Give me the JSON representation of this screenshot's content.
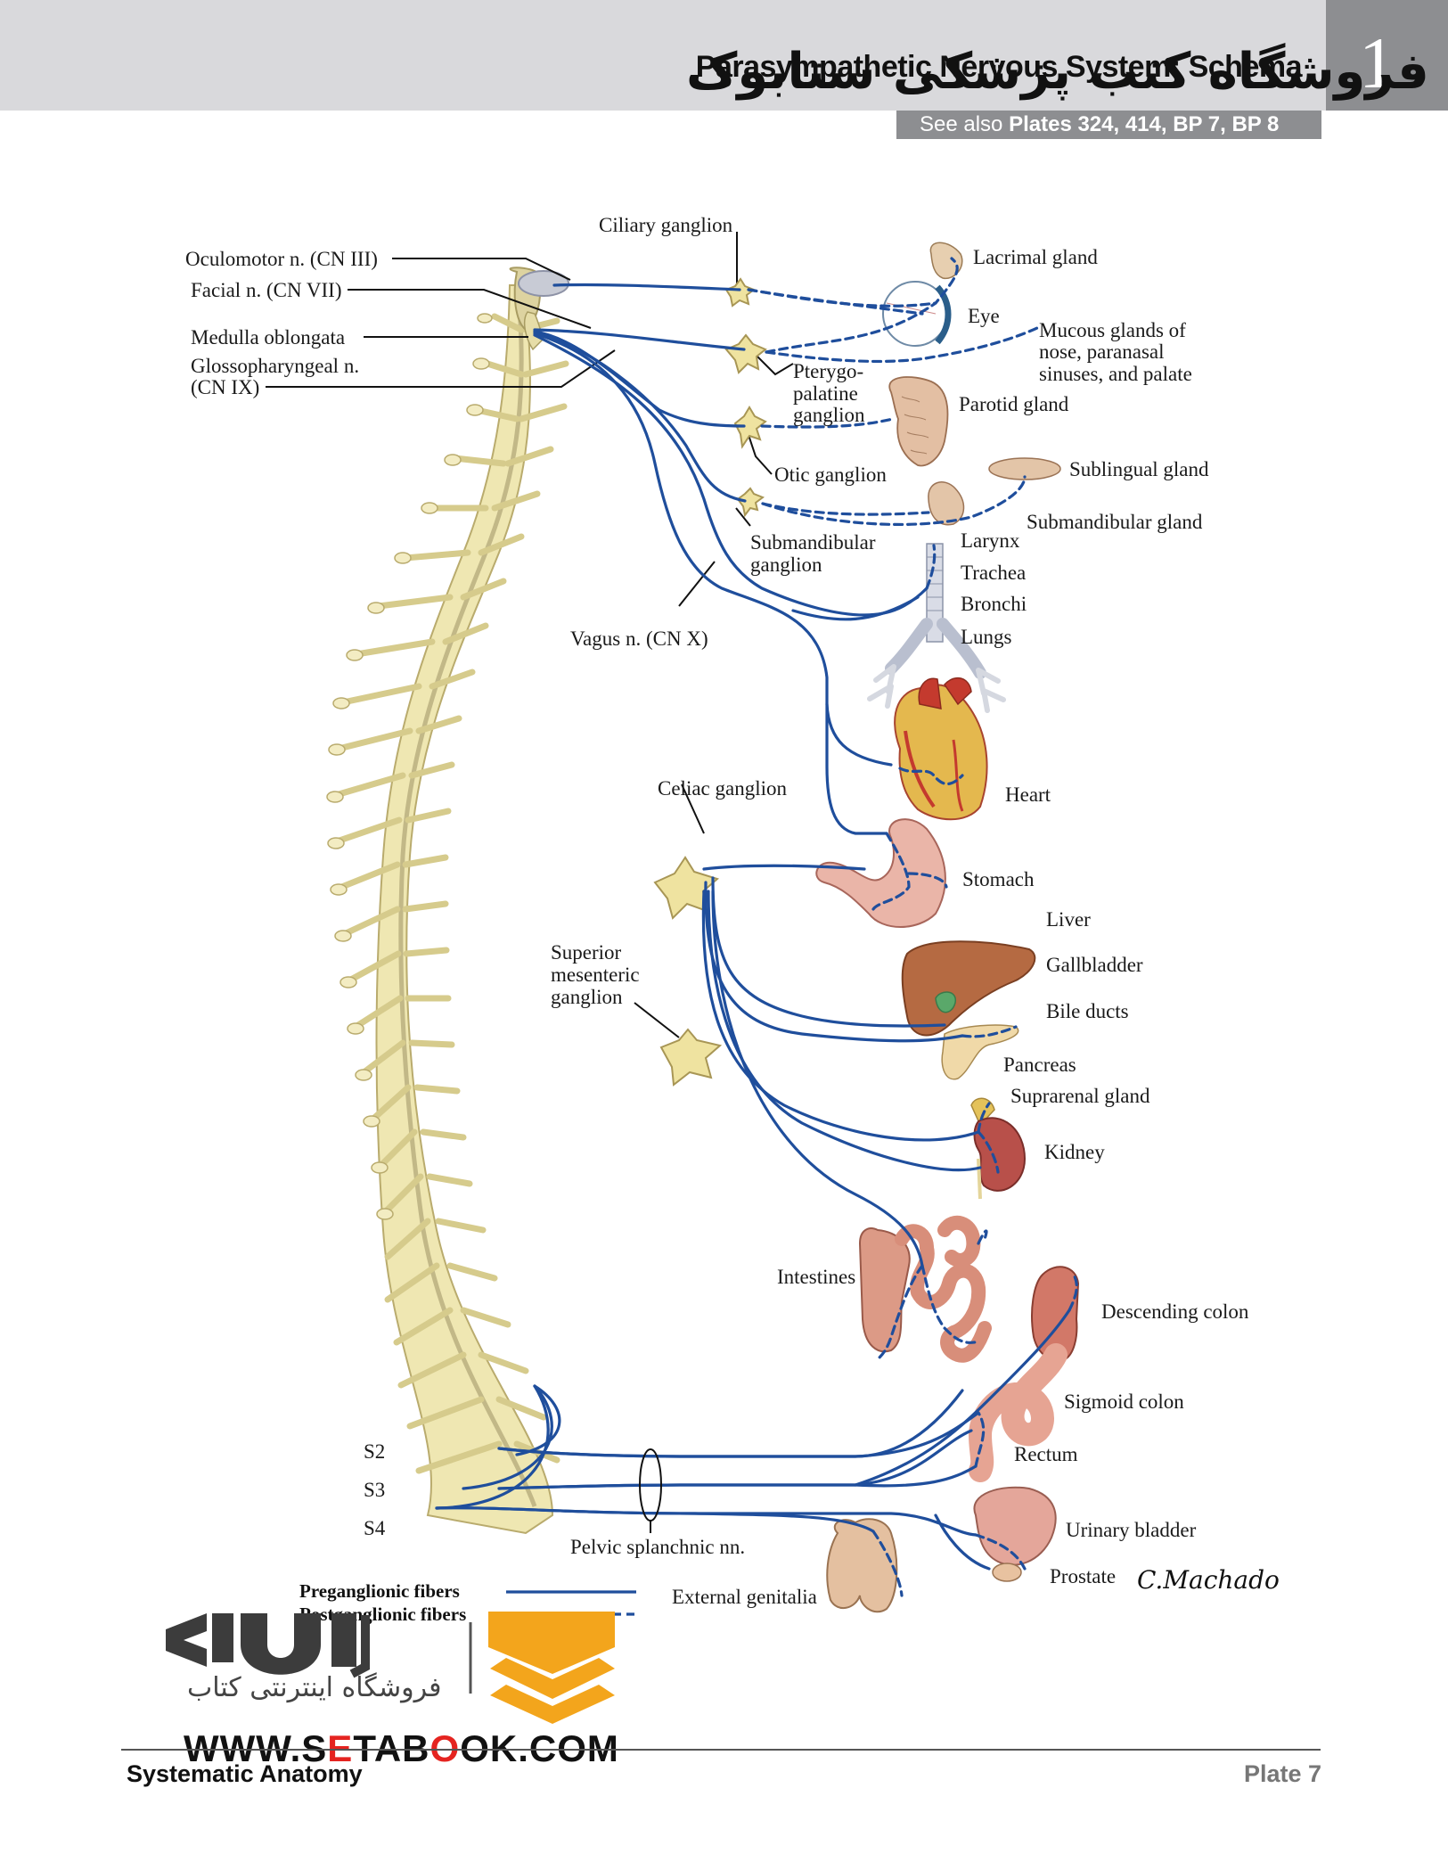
{
  "header": {
    "chapter_number": "1",
    "title": "Parasympathetic Nervous System: Schema",
    "watermark_text": "فروشگاه کتب پزشکی ستابوک",
    "see_also_prefix": "See also ",
    "see_also_plates": "Plates 324, 414, BP 7, BP 8"
  },
  "labels": {
    "ciliary_ganglion": "Ciliary ganglion",
    "oculomotor": "Oculomotor n. (CN III)",
    "facial": "Facial n. (CN VII)",
    "medulla": "Medulla oblongata",
    "glossopharyngeal_1": "Glossopharyngeal n.",
    "glossopharyngeal_2": "(CN IX)",
    "lacrimal_gland": "Lacrimal gland",
    "eye": "Eye",
    "mucous_1": "Mucous glands of",
    "mucous_2": "nose, paranasal",
    "mucous_3": "sinuses, and palate",
    "ptery_1": "Pterygo-",
    "ptery_2": "palatine",
    "ptery_3": "ganglion",
    "parotid_gland": "Parotid gland",
    "otic_ganglion": "Otic ganglion",
    "sublingual_gland": "Sublingual gland",
    "submandibular_gland": "Submandibular gland",
    "submand_ganglion_1": "Submandibular",
    "submand_ganglion_2": "ganglion",
    "larynx": "Larynx",
    "trachea": "Trachea",
    "bronchi": "Bronchi",
    "lungs": "Lungs",
    "vagus": "Vagus n. (CN X)",
    "heart": "Heart",
    "celiac_ganglion": "Celiac ganglion",
    "stomach": "Stomach",
    "liver": "Liver",
    "gallbladder": "Gallbladder",
    "bile_ducts": "Bile ducts",
    "pancreas": "Pancreas",
    "sup_mes_1": "Superior",
    "sup_mes_2": "mesenteric",
    "sup_mes_3": "ganglion",
    "suprarenal": "Suprarenal gland",
    "kidney": "Kidney",
    "intestines": "Intestines",
    "descending_colon": "Descending colon",
    "sigmoid_colon": "Sigmoid colon",
    "rectum": "Rectum",
    "s2": "S2",
    "s3": "S3",
    "s4": "S4",
    "pelvic_splanchnic": "Pelvic splanchnic nn.",
    "urinary_bladder": "Urinary bladder",
    "prostate": "Prostate",
    "external_genitalia": "External genitalia",
    "signature": "C.Machado"
  },
  "legend": {
    "preganglionic": "Preganglionic fibers",
    "postganglionic": "Postganglionic fibers"
  },
  "watermark": {
    "url_prefix": "WWW.S",
    "url_red": "E",
    "url_mid": "TAB",
    "url_red2": "O",
    "url_suffix": "OK.COM",
    "tagline_fa": "فروشگاه اینترنتی کتاب"
  },
  "footer": {
    "left": "Systematic Anatomy",
    "right": "Plate 7"
  },
  "colors": {
    "nerve_blue": "#1f4e9c",
    "spine_yellow": "#efe7b2",
    "organ_pink": "#e8a89c",
    "header_gray": "#d9d9dc",
    "chapter_gray": "#8d8e91"
  }
}
